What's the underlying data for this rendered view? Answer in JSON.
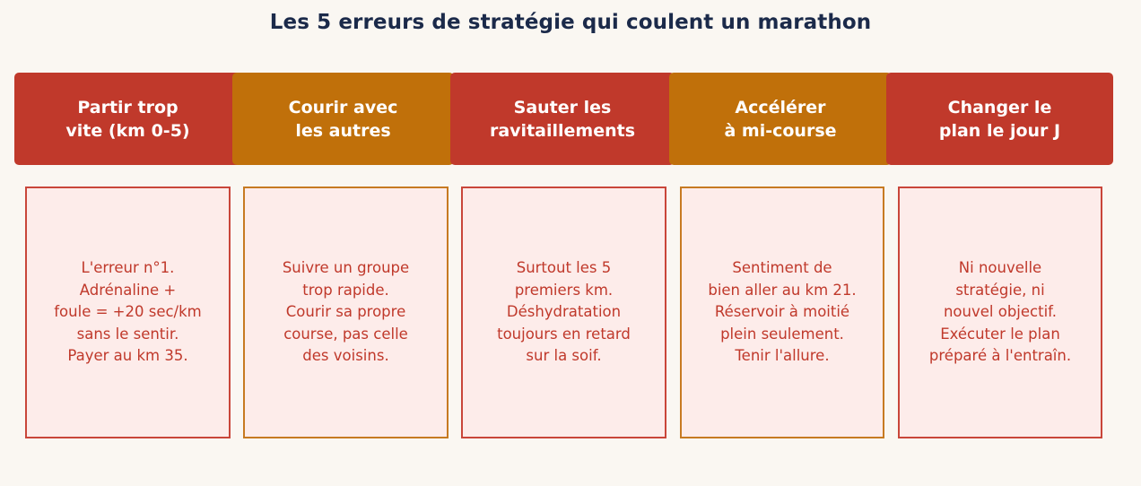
{
  "title": "Les 5 erreurs de stratégie qui coulent un marathon",
  "colors": {
    "background": "#faf7f2",
    "title": "#1b2a4a",
    "red": "#c0392b",
    "orange": "#c0700a",
    "body_fill": "#fdecea",
    "body_text": "#c0392b"
  },
  "columns": [
    {
      "header": "Partir trop\nvite (km 0-5)",
      "color": "red",
      "body": "L'erreur n°1.\nAdrénaline +\nfoule = +20 sec/km\nsans le sentir.\nPayer au km 35."
    },
    {
      "header": "Courir avec\nles autres",
      "color": "orange",
      "body": "Suivre un groupe\ntrop rapide.\nCourir sa propre\ncourse, pas celle\ndes voisins."
    },
    {
      "header": "Sauter les\nravitaillements",
      "color": "red",
      "body": "Surtout les 5\npremiers km.\nDéshydratation\ntoujours en retard\nsur la soif."
    },
    {
      "header": "Accélérer\nà mi-course",
      "color": "orange",
      "body": "Sentiment de\nbien aller au km 21.\nRéservoir à moitié\nplein seulement.\nTenir l'allure."
    },
    {
      "header": "Changer le\nplan le jour J",
      "color": "red",
      "body": "Ni nouvelle\nstratégie, ni\nnouvel objectif.\nExécuter le plan\npréparé à l'entraîn."
    }
  ]
}
